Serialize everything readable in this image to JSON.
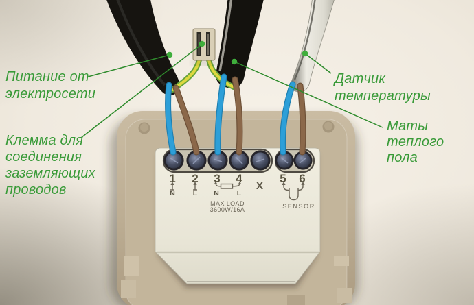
{
  "annotations": {
    "power": {
      "lines": [
        "Питание от",
        "электросети"
      ]
    },
    "ground_clamp": {
      "lines": [
        "Клемма для",
        "соединения",
        "заземляющих",
        "проводов"
      ]
    },
    "temp_sensor": {
      "lines": [
        "Датчик температуры"
      ]
    },
    "floor_mats": {
      "lines": [
        "Маты",
        "теплого пола"
      ]
    }
  },
  "device": {
    "terminals": [
      {
        "number": "1",
        "mark": "N"
      },
      {
        "number": "2",
        "mark": "L"
      },
      {
        "number": "3",
        "mark": "N"
      },
      {
        "number": "4",
        "mark": "L"
      },
      {
        "number": "X",
        "mark": ""
      },
      {
        "number": "5",
        "mark": ""
      },
      {
        "number": "6",
        "mark": ""
      }
    ],
    "max_load": {
      "line1": "MAX LOAD",
      "line2": "3600W/16A"
    },
    "sensor_label": "SENSOR"
  },
  "colors": {
    "annotation_green": "#3a9a38",
    "annotation_line": "#2f8c2d",
    "wire_blue": "#2d9fd8",
    "wire_brown": "#8b684a",
    "ground_wire_yellow": "#ddd83f",
    "ground_wire_green": "#66a33c",
    "cable_black": "#161410",
    "cable_white": "#e8e6dd",
    "mount_plate": "#b9aa90",
    "module_body": "#eae7d9"
  }
}
